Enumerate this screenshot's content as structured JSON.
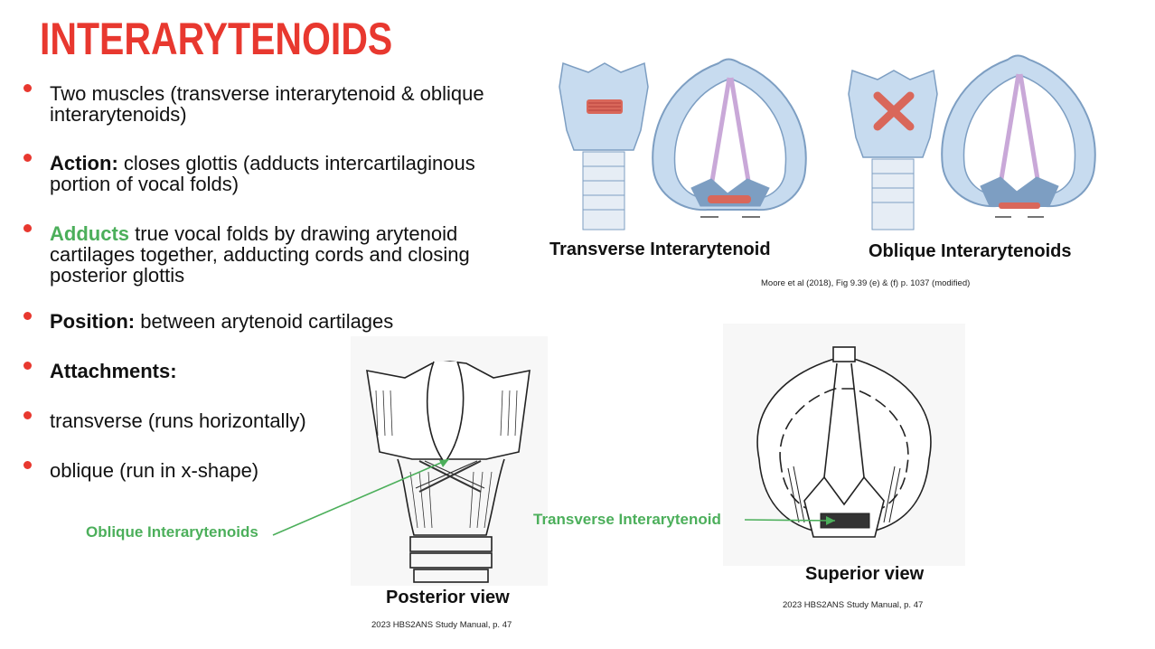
{
  "colors": {
    "title": "#e8382f",
    "bullet": "#e8382f",
    "green": "#4caf5b",
    "cartilage": "#c7dbef",
    "cartilage_dark": "#7d9ec2",
    "muscle": "#d9675a",
    "lig": "#c9a8d8"
  },
  "title": "INTERARYTENOIDS",
  "bullets": [
    {
      "text": "Two muscles (transverse interarytenoid & oblique interarytenoids)"
    },
    {
      "bold": "Action:",
      "text": " closes glottis (adducts intercartilaginous portion of vocal folds)"
    },
    {
      "green": "Adducts",
      "text": " true vocal folds by drawing arytenoid cartilages together, adducting cords and closing posterior glottis"
    },
    {
      "bold": "Position:",
      "text": " between arytenoid cartilages"
    },
    {
      "bold": "Attachments:"
    },
    {
      "text": "transverse (runs horizontally)"
    },
    {
      "text": "oblique (run in x-shape)"
    }
  ],
  "figure_top": {
    "caption_left": "Transverse Interarytenoid",
    "caption_right": "Oblique Interarytenoids",
    "credit": "Moore et al (2018), Fig 9.39 (e) & (f) p. 1037 (modified)"
  },
  "figure_bottom_left": {
    "label": "Oblique Interarytenoids",
    "caption": "Posterior view",
    "credit": "2023 HBS2ANS Study Manual, p. 47"
  },
  "figure_bottom_right": {
    "label": "Transverse Interarytenoid",
    "caption": "Superior view",
    "credit": "2023 HBS2ANS Study Manual, p. 47"
  }
}
